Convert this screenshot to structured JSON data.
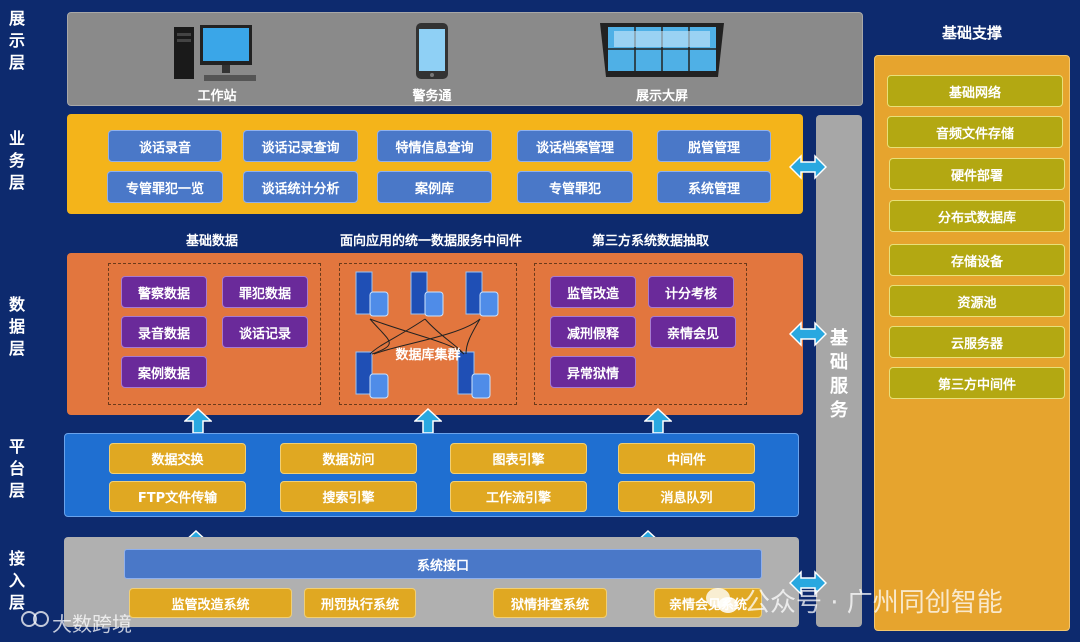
{
  "layers": {
    "display": "展示层",
    "business": "业务层",
    "data": "数据层",
    "platform": "平台层",
    "access": "接入层"
  },
  "display": {
    "workstation": "工作站",
    "mobile": "警务通",
    "bigscreen": "展示大屏"
  },
  "business": {
    "items": [
      "谈话录音",
      "谈话记录查询",
      "特情信息查询",
      "谈话档案管理",
      "脱管管理",
      "专管罪犯一览",
      "谈话统计分析",
      "案例库",
      "专管罪犯",
      "系统管理"
    ]
  },
  "data_layer": {
    "titles": {
      "basic": "基础数据",
      "middleware": "面向应用的统一数据服务中间件",
      "third_party": "第三方系统数据抽取"
    },
    "basic_items": [
      "警察数据",
      "罪犯数据",
      "录音数据",
      "谈话记录",
      "案例数据"
    ],
    "cluster_label": "数据库集群",
    "third_items": [
      "监管改造",
      "计分考核",
      "减刑假释",
      "亲情会见",
      "异常狱情"
    ]
  },
  "platform": {
    "items": [
      "数据交换",
      "数据访问",
      "图表引擎",
      "中间件",
      "FTP文件传输",
      "搜索引擎",
      "工作流引擎",
      "消息队列"
    ]
  },
  "access": {
    "interface": "系统接口",
    "items": [
      "监管改造系统",
      "刑罚执行系统",
      "狱情排查系统",
      "亲情会见系统"
    ]
  },
  "basic_service": "基础服务",
  "support": {
    "title": "基础支撑",
    "items": [
      "基础网络",
      "音频文件存储",
      "硬件部署",
      "分布式数据库",
      "存储设备",
      "资源池",
      "云服务器",
      "第三方中间件"
    ]
  },
  "watermarks": {
    "left": "大数跨境",
    "right": "公众号 · 广州同创智能"
  },
  "colors": {
    "background": "#0d2a6e",
    "display_panel": "#8a8a8a",
    "business_panel": "#f4b41a",
    "data_panel": "#e2763e",
    "platform_panel": "#1f6fd1",
    "access_panel": "#b0b0b0",
    "support_panel": "#e6a42e",
    "arrow": "#29a8e0"
  }
}
